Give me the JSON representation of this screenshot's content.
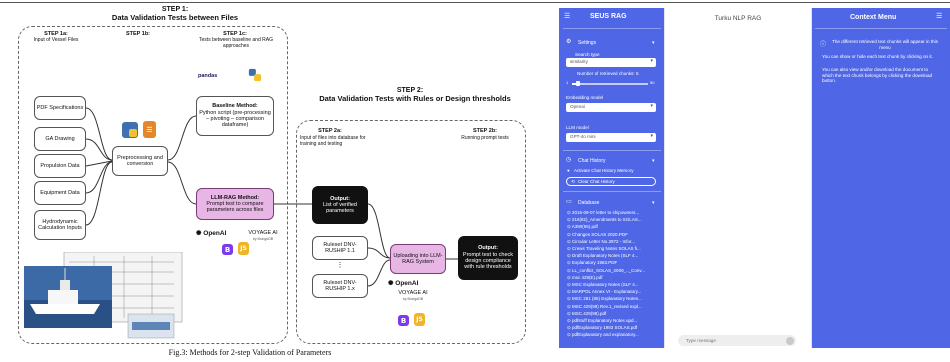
{
  "figure": {
    "step1_title": "STEP 1:",
    "step1_subtitle": "Data Validation Tests between Files",
    "step1a_title": "STEP 1a:",
    "step1a_desc": "Input of Vessel Files",
    "step1b_title": "STEP 1b:",
    "step1c_title": "STEP 1c:",
    "step1c_desc": "Tests between baseline and RAG approaches",
    "inputs": [
      "PDF Specifications",
      "GA Drawing",
      "Propulsion Data",
      "Equipment Data",
      "Hydrodynamic Calculation Inputs"
    ],
    "preprocessing": "Preprocessing and conversion",
    "pandas": "pandas",
    "baseline_title": "Baseline Method:",
    "baseline_desc": "Python script (pre-processing – pivoting – comparison dataframe)",
    "llmrag_title": "LLM-RAG Method:",
    "llmrag_desc": "Prompt test to compare parameters across files",
    "openai": "OpenAI",
    "voyage": "VOYAGE AI",
    "voyage_sub": "by MongoDB",
    "step2_title": "STEP 2:",
    "step2_subtitle": "Data Validation Tests with Rules or Design thresholds",
    "step2a_title": "STEP 2a:",
    "step2a_desc": "Input of files into database for training and testing",
    "step2b_title": "STEP 2b:",
    "step2b_desc": "Running prompt tests",
    "output1_title": "Output:",
    "output1_desc": "List of verified parameters",
    "ruleset1": "Ruleset DNV-RUSHIP 1.1",
    "ruleset_dots": "⋮",
    "ruleset2": "Ruleset DNV-RUSHIP 1.x",
    "uploading": "Uploading into LLM-RAG System",
    "output2_title": "Output:",
    "output2_desc": "Prompt test to check design compliance with rule thresholds",
    "caption": "Fig.3: Methods for 2-step Validation of Parameters"
  },
  "app": {
    "sidebar_title": "SEUS RAG",
    "settings_label": "Settings",
    "search_type_label": "Search type",
    "search_type_value": "similarity",
    "retrieved_label": "Number of retrieved chunks: 5",
    "slider_min": "1",
    "slider_max": "50",
    "slider_fraction": 0.08,
    "embedding_label": "Embedding model",
    "embedding_value": "Openai",
    "llm_label": "LLM model",
    "llm_value": "GPT-4o mini",
    "chat_history_label": "Chat History",
    "activate_memory": "Activate Chat History Memory",
    "clear_history": "Clear Chat History",
    "database_label": "Database",
    "database_files": [
      "2015-09-07 letter to shipowners...",
      "216(82)_Amendments to SOLAS...",
      "A390(95).pdf",
      "Changes SOLAS 2020.PDF",
      "Circular Letter No.3972 - Infor...",
      "Crews Traveling Notes SOLAS fi...",
      "Draft Explanatory Notes (SLF 4...",
      "Explanatory 1983.PDF",
      "LL_conflict_SOLAS_2009_.._Conv...",
      "msc 429(E).pdf",
      "MSC Explanatory Notes (SLF 4...",
      "MARPOL Annex VI - Explanatory...",
      "MSC 281 (85) Explanatory Notes...",
      "MSC 429(98) Rev.1_revised expl...",
      "MSC.429(98).pdf",
      "pdfstuff Explanatory Notes upd...",
      "pdfExplanatory 1983 SOLAS.pdf",
      "pdfExplanatory and explanatory..."
    ],
    "chat_title": "Turku NLP RAG",
    "chat_placeholder": "Type message",
    "context_title": "Context Menu",
    "context_intro": "The different retrieved text chunks will appear in this menu",
    "context_line1": "You can show or hide each text chunk by clicking on it.",
    "context_line2": "You can also view and/or download the document to which the text chunk belongs by clicking the download button.",
    "colors": {
      "accent": "#4f67e6",
      "pink": "#e7b6e4"
    }
  }
}
